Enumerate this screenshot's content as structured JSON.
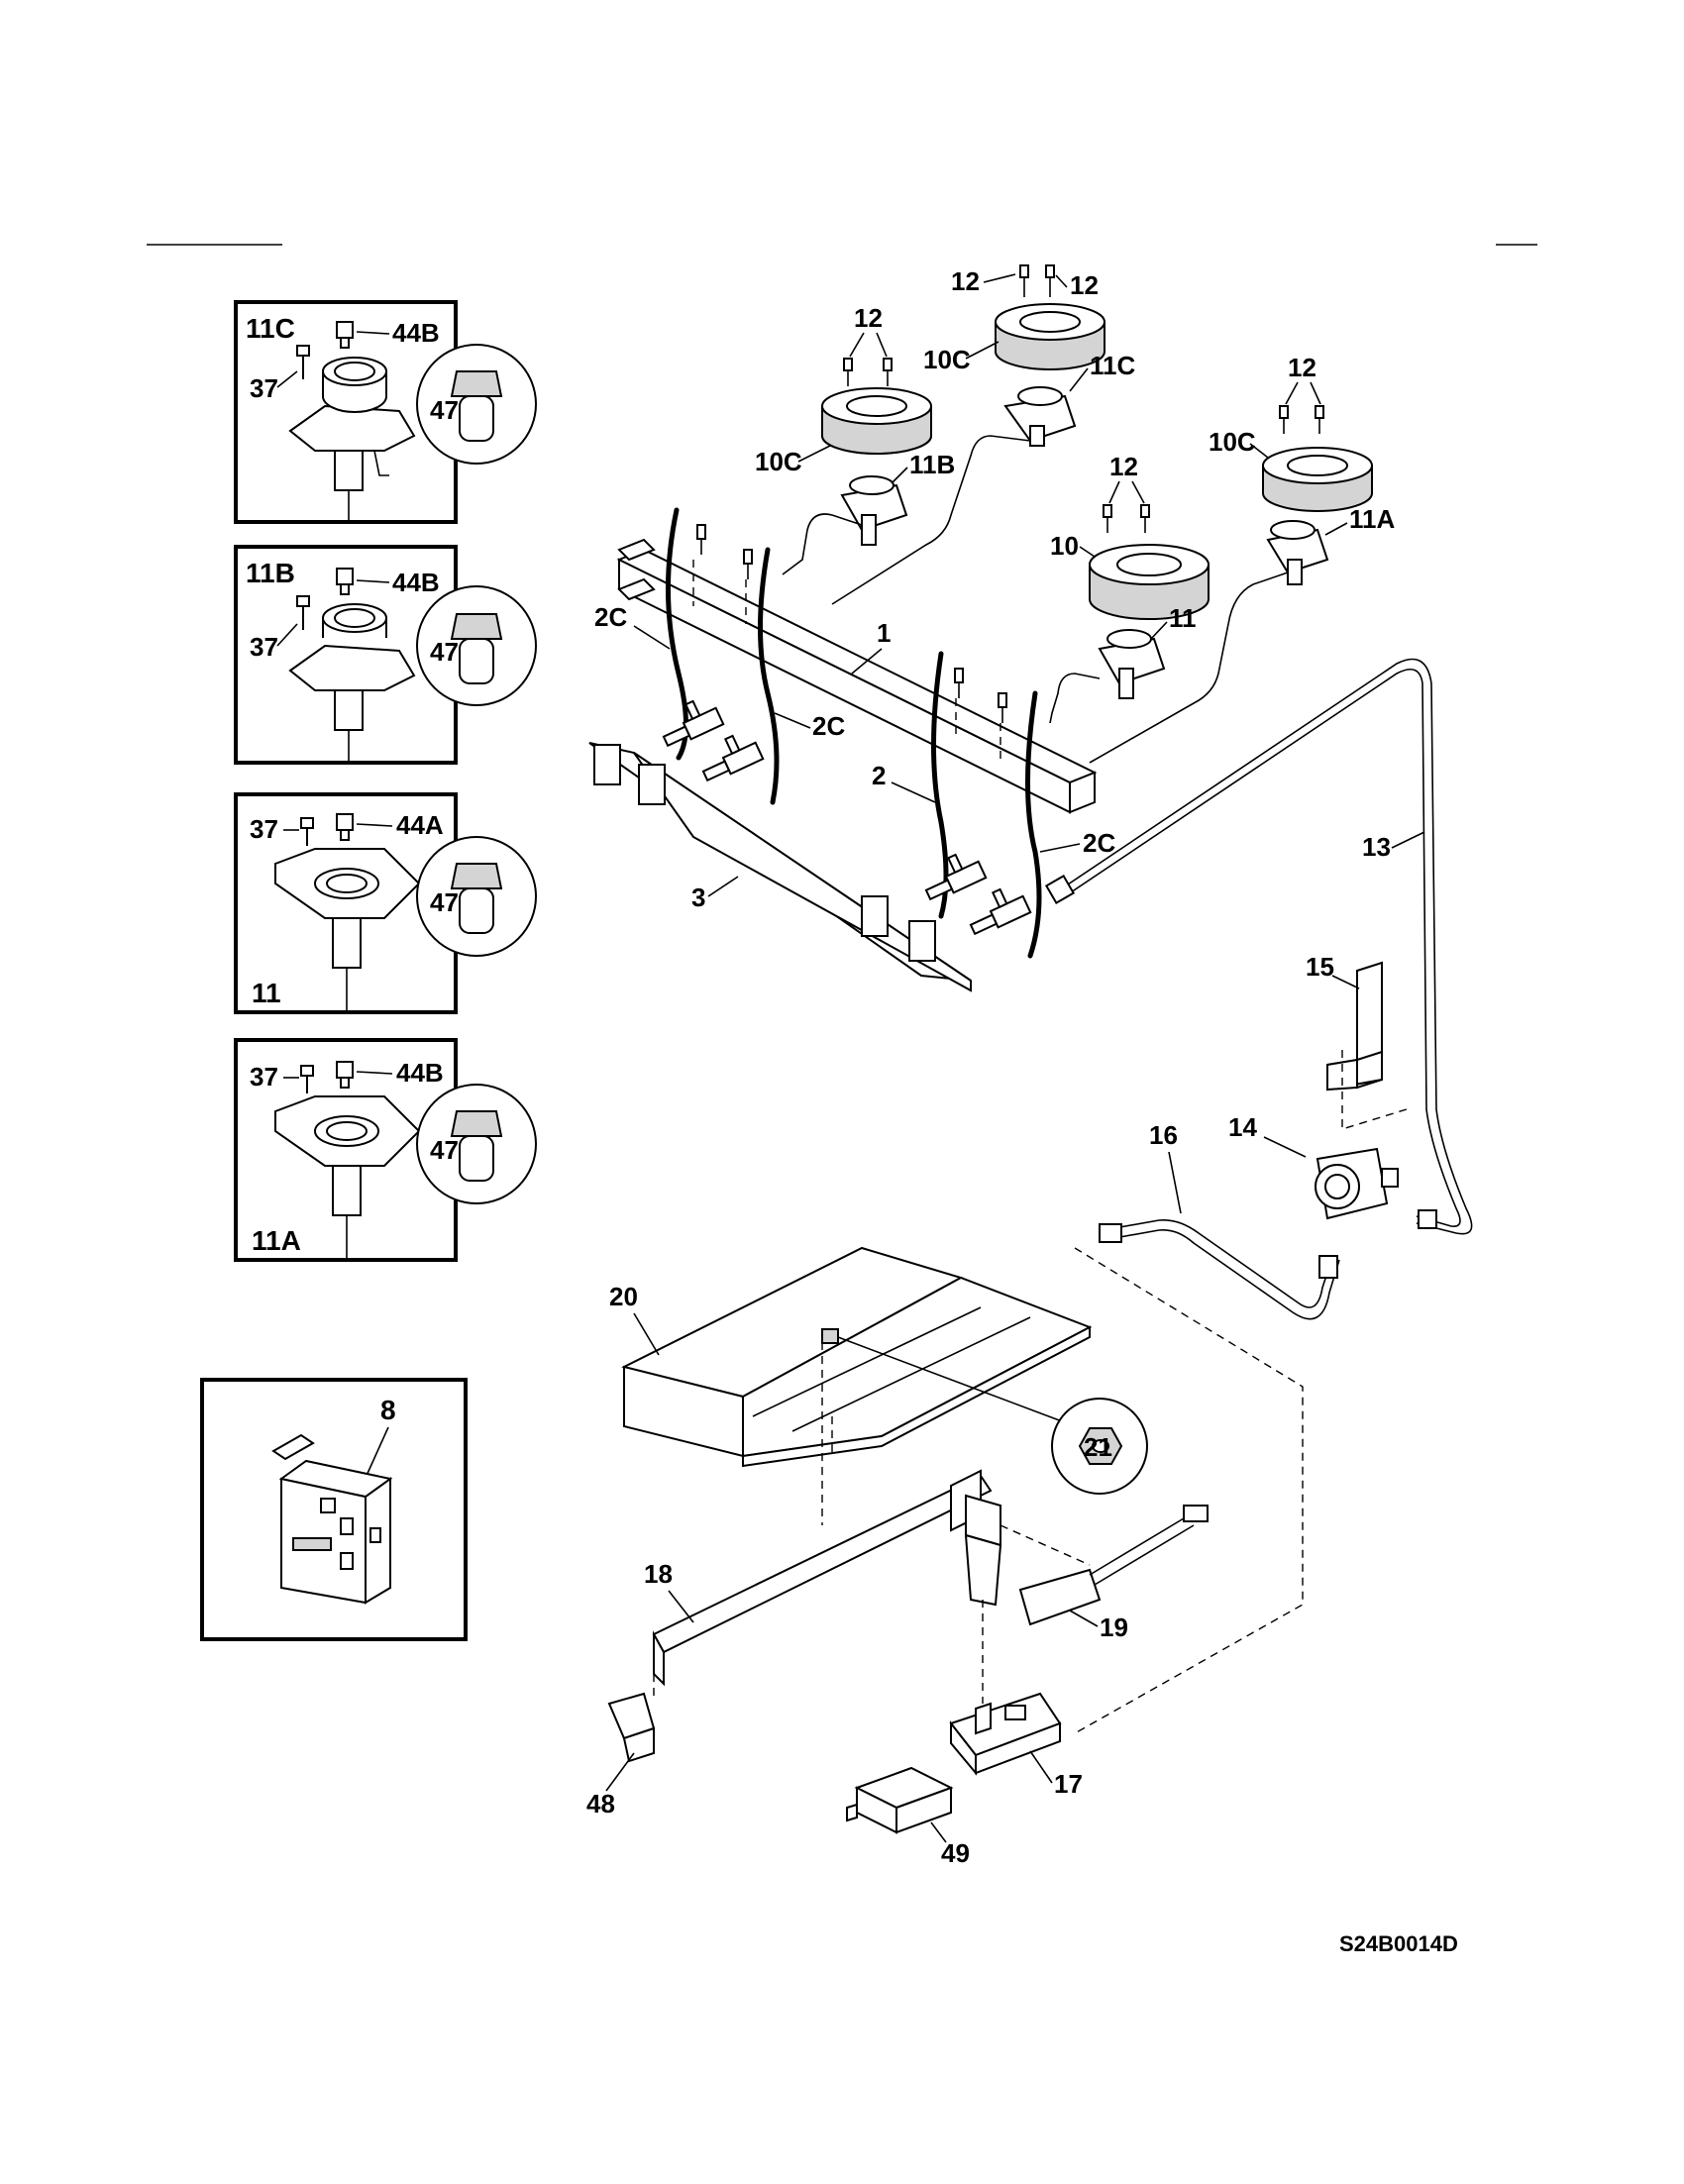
{
  "drawing_code": "S24B0014D",
  "insets": [
    {
      "title": "11C",
      "screw": "37",
      "cap": "44B",
      "detail": "47"
    },
    {
      "title": "11B",
      "screw": "37",
      "cap": "44B",
      "detail": "47"
    },
    {
      "title": "11",
      "screw": "37",
      "cap": "44A",
      "detail": "47"
    },
    {
      "title": "11A",
      "screw": "37",
      "cap": "44B",
      "detail": "47"
    }
  ],
  "igniter_inset": {
    "label": "8"
  },
  "callouts": {
    "screws_top_a": "12",
    "screws_top_b": "12",
    "screws_left": "12",
    "screws_mid": "12",
    "screws_right": "12",
    "cap_rear_left": "10C",
    "cap_left": "10C",
    "cap_right": "10C",
    "cap_center": "10",
    "burner_rear": "11C",
    "burner_left": "11B",
    "burner_right": "11A",
    "burner_center": "11",
    "manifold": "1",
    "wire_left": "2C",
    "wire_left_b": "2C",
    "wire_mid": "2",
    "wire_right": "2C",
    "bracket": "3",
    "gas_line": "13",
    "reg_bracket": "15",
    "regulator": "14",
    "tube": "16",
    "baffle": "20",
    "nut": "21",
    "bake_burner": "18",
    "igniter": "19",
    "clip": "48",
    "valve": "17",
    "valve_bracket": "49"
  }
}
